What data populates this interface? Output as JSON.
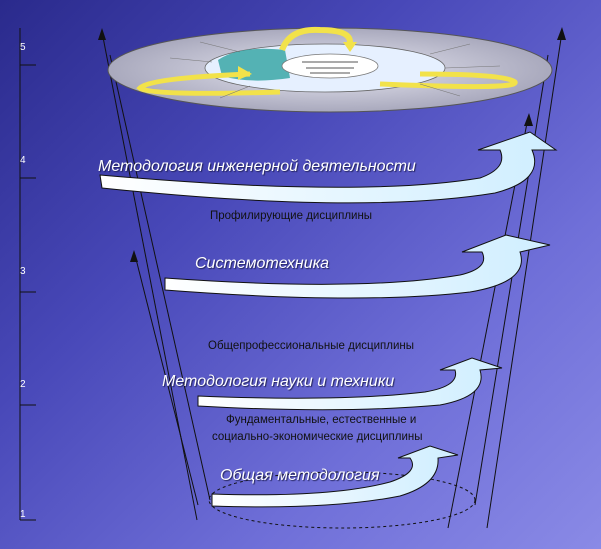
{
  "scale": {
    "levels": [
      "1",
      "2",
      "3",
      "4",
      "5"
    ]
  },
  "labels": {
    "general_methodology": "Общая методология",
    "fundamental_disciplines_line1": "Фундаментальные, естественные и",
    "fundamental_disciplines_line2": "социально-экономические дисциплины",
    "science_tech_methodology": "Методология науки и техники",
    "general_professional_disciplines": "Общепрофессиональные дисциплины",
    "systems_engineering": "Системотехника",
    "profile_disciplines": "Профилирующие дисциплины",
    "engineering_methodology": "Методология инженерной деятельности"
  },
  "colors": {
    "arrow_fill": "#dff3ff",
    "ellipse_top": "#b9b9c8",
    "ring_yellow": "#f2e24a",
    "ring_inner": "#e6f0ff",
    "teal": "#3aa7a7",
    "line": "#111111"
  }
}
